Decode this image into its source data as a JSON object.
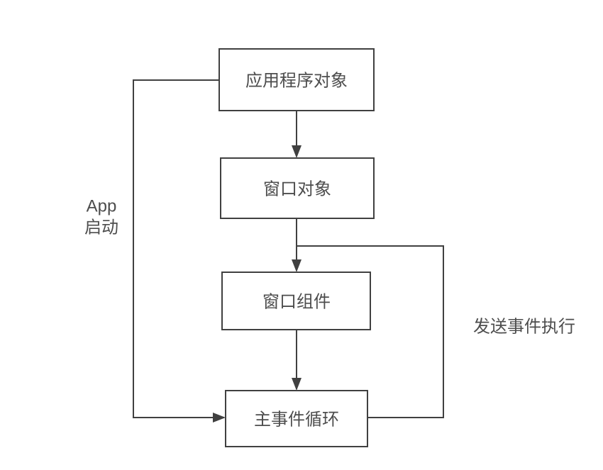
{
  "diagram": {
    "type": "flowchart",
    "colors": {
      "background": "#ffffff",
      "line": "#404040",
      "text": "#4d4d4d",
      "node_fill": "#ffffff"
    },
    "nodes": [
      {
        "id": "application-object",
        "label": "应用程序对象"
      },
      {
        "id": "window-object",
        "label": "窗口对象"
      },
      {
        "id": "window-component",
        "label": "窗口组件"
      },
      {
        "id": "main-event-loop",
        "label": "主事件循环"
      }
    ],
    "edges": [
      {
        "from": "application-object",
        "to": "window-object",
        "style": "arrow"
      },
      {
        "from": "window-object",
        "to": "window-component",
        "style": "arrow"
      },
      {
        "from": "window-component",
        "to": "main-event-loop",
        "style": "arrow"
      },
      {
        "from": "application-object",
        "to": "main-event-loop",
        "style": "arrow",
        "label": "App 启动"
      },
      {
        "from": "window-object",
        "to": "main-event-loop",
        "style": "line",
        "label": "发送事件执行"
      }
    ],
    "labels": {
      "app_start_line1": "App",
      "app_start_line2": "启动",
      "send_event": "发送事件执行"
    }
  }
}
